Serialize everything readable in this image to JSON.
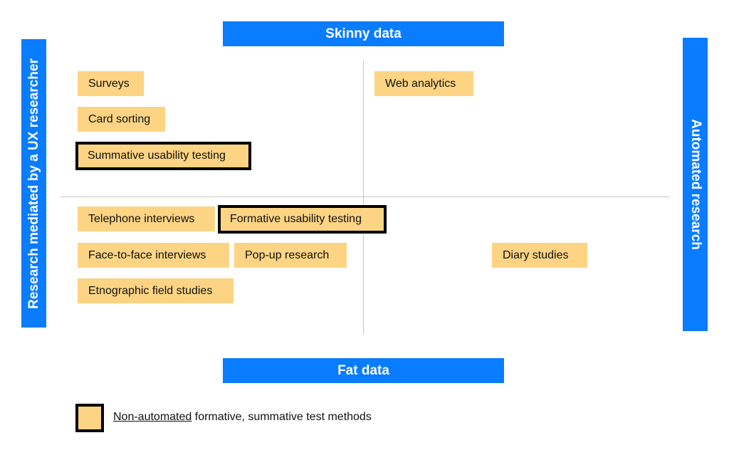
{
  "axes": {
    "top": "Skinny data",
    "bottom": "Fat data",
    "left": "Research mediated by a UX researcher",
    "right": "Automated research"
  },
  "methods": {
    "surveys": "Surveys",
    "card_sorting": "Card sorting",
    "summative_usability_testing": "Summative usability testing",
    "web_analytics": "Web analytics",
    "telephone_interviews": "Telephone interviews",
    "formative_usability_testing": "Formative usability testing",
    "face_to_face_interviews": "Face-to-face interviews",
    "pop_up_research": "Pop-up research",
    "diary_studies": "Diary studies",
    "etnographic_field_studies": "Etnographic field studies"
  },
  "legend": {
    "underlined": "Non-automated",
    "rest": " formative, summative test methods"
  },
  "colors": {
    "axis_blue": "#0a7cff",
    "method_fill": "#fcd483",
    "highlight_border": "#000000",
    "divider": "#c7c7c7"
  }
}
